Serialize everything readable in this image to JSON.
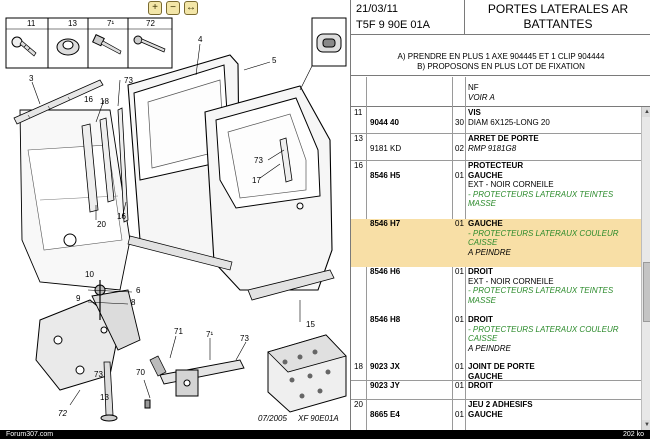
{
  "toolbar": {
    "zoom_in_icon": "magnifier-plus-icon",
    "zoom_out_icon": "magnifier-minus-icon",
    "zoom_fit_icon": "magnifier-fit-icon",
    "zoom_in_label": "+",
    "zoom_out_label": "−",
    "zoom_fit_label": "↔"
  },
  "diagram": {
    "thumb_labels": [
      "11",
      "13",
      "7¹",
      "72"
    ],
    "part_labels": [
      "3",
      "4",
      "5",
      "6",
      "8",
      "9",
      "10",
      "13",
      "15",
      "16",
      "16",
      "17",
      "18",
      "20",
      "70",
      "71",
      "72",
      "73",
      "73",
      "73",
      "73",
      "7¹"
    ],
    "footer_date": "07/2005",
    "footer_ref": "XF 90E01A"
  },
  "panel": {
    "date": "21/03/11",
    "code": "T5F 9 90E 01A",
    "title_line1": "PORTES LATERALES AR",
    "title_line2": "BATTANTES",
    "note1": "A) PRENDRE EN PLUS 1 AXE 904445 ET 1 CLIP 904444",
    "note2": "B) PROPOSONS EN PLUS LOT DE FIXATION",
    "col_nf": "NF",
    "col_voir": "VOIR A",
    "rows": [
      {
        "num": "11",
        "ref": "9044 40",
        "qty": "30",
        "lines": [
          [
            "b",
            "VIS"
          ],
          [
            "n",
            "DIAM 6X125-LONG 20"
          ]
        ]
      },
      {
        "num": "13",
        "ref": "9181 KD",
        "qty": "02",
        "lines": [
          [
            "b",
            "ARRET DE PORTE"
          ],
          [
            "i",
            "RMP 9181G8"
          ]
        ]
      },
      {
        "num": "16",
        "ref": "8546 H5",
        "qty": "01",
        "lines": [
          [
            "b",
            "PROTECTEUR"
          ],
          [
            "b",
            "GAUCHE"
          ],
          [
            "n",
            "EXT - NOIR CORNEILE"
          ],
          [
            "g",
            "- PROTECTEURS LATERAUX TEINTES"
          ],
          [
            "g",
            "MASSE"
          ]
        ]
      },
      {
        "num": "",
        "ref": "8546 H7",
        "qty": "01",
        "hl": true,
        "lines": [
          [
            "b",
            "GAUCHE"
          ],
          [
            "g",
            "- PROTECTEURS LATERAUX COULEUR"
          ],
          [
            "g",
            "CAISSE"
          ],
          [
            "i",
            "A PEINDRE"
          ]
        ]
      },
      {
        "num": "",
        "ref": "8546 H6",
        "qty": "01",
        "lines": [
          [
            "b",
            "DROIT"
          ],
          [
            "n",
            "EXT - NOIR CORNEILE"
          ],
          [
            "g",
            "- PROTECTEURS LATERAUX TEINTES"
          ],
          [
            "g",
            "MASSE"
          ]
        ]
      },
      {
        "num": "",
        "ref": "8546 H8",
        "qty": "01",
        "lines": [
          [
            "b",
            "DROIT"
          ],
          [
            "g",
            "- PROTECTEURS LATERAUX COULEUR"
          ],
          [
            "g",
            "CAISSE"
          ],
          [
            "i",
            "A PEINDRE"
          ]
        ]
      },
      {
        "num": "18",
        "ref": "9023 JX",
        "qty": "01",
        "lines": [
          [
            "b",
            "JOINT DE PORTE"
          ],
          [
            "b",
            "GAUCHE"
          ]
        ]
      },
      {
        "num": "",
        "ref": "9023 JY",
        "qty": "01",
        "lines": [
          [
            "b",
            "DROIT"
          ]
        ]
      },
      {
        "num": "20",
        "ref": "8665 E4",
        "qty": "01",
        "lines": [
          [
            "b",
            "JEU 2 ADHESIFS"
          ],
          [
            "b",
            "GAUCHE"
          ]
        ]
      }
    ]
  },
  "status": {
    "left": "Forum307.com",
    "right": "202 ko"
  },
  "colors": {
    "highlight": "#f8dfa6",
    "green_note": "#2a8a2a",
    "thumb_fill": "#f3e6a8"
  }
}
